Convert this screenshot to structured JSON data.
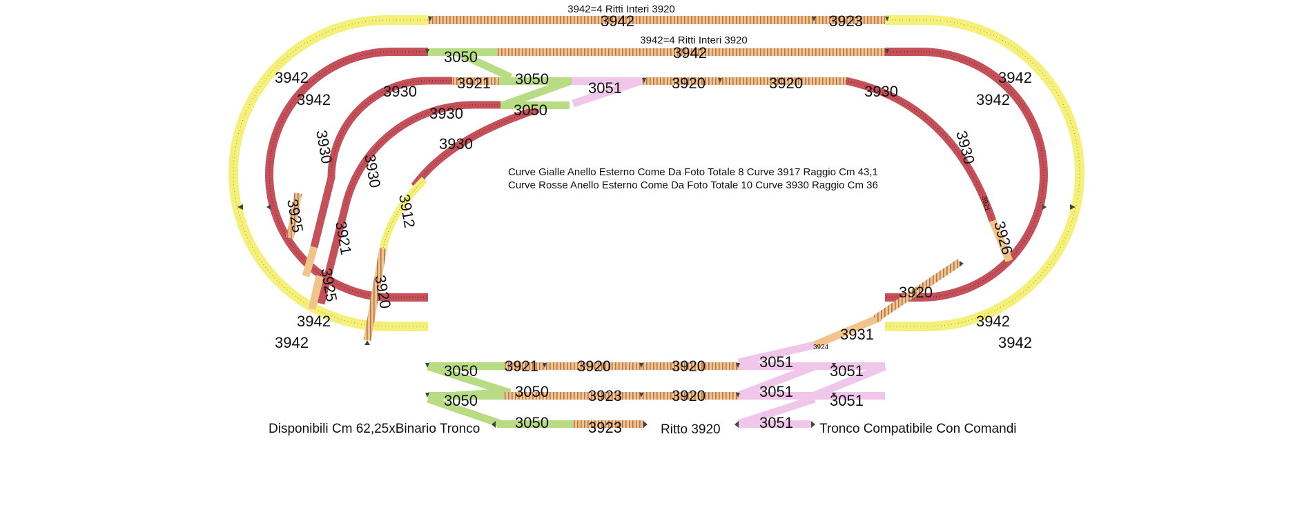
{
  "header_notes": {
    "outer_straight": "3942=4 Ritti Interi 3920",
    "inner_straight": "3942=4 Ritti Interi 3920"
  },
  "notes": {
    "curve_yellow": "Curve Gialle Anello Esterno Come Da Foto Totale 8 Curve 3917 Raggio Cm 43,1",
    "curve_red": "Curve Rosse Anello Esterno Come Da Foto Totale 10 Curve 3930 Raggio Cm 36"
  },
  "legend": {
    "available": "Disponibili Cm 62,25xBinario Tronco",
    "ritto": "Ritto 3920",
    "tronco": "Tronco Compatibile Con Comandi"
  },
  "labels": {
    "top_outer_3942": "3942",
    "top_outer_3923": "3923",
    "top_inner_3942": "3942",
    "sw_top_1": "3050",
    "sw_top_2": "3050",
    "sw_top_3": "3050",
    "top_3921": "3921",
    "top_3051": "3051",
    "top_3920_a": "3920",
    "top_3920_b": "3920",
    "curve_3930_a": "3930",
    "curve_3930_b": "3930",
    "curve_3930_c": "3930",
    "curve_3930_right": "3930",
    "left_3942_outer_top": "3942",
    "left_3942_inner_top": "3942",
    "left_3942_inner_bot": "3942",
    "left_3942_outer_bot": "3942",
    "right_3942_outer_top": "3942",
    "right_3942_inner_top": "3942",
    "right_3942_inner_bot": "3942",
    "right_3942_outer_bot": "3942",
    "left_3930_a": "3930",
    "left_3930_b": "3930",
    "left_3925": "3925",
    "left_3921": "3921",
    "left_3925_b": "3925",
    "left_3912": "3912",
    "left_3920": "3920",
    "right_3930": "3930",
    "right_3926": "3926",
    "right_small": "3921",
    "diag_3920": "3920",
    "diag_3931": "3931",
    "diag_small": "3924",
    "bot1_3050": "3050",
    "bot1_3921": "3921",
    "bot1_3920_a": "3920",
    "bot1_3920_b": "3920",
    "bot1_3051": "3051",
    "bot1_3051_b": "3051",
    "bot2_3050": "3050",
    "bot2_3050_b": "3050",
    "bot2_3923": "3923",
    "bot2_3920": "3920",
    "bot2_3051": "3051",
    "bot2_3051_b": "3051",
    "bot3_3050": "3050",
    "bot3_3923": "3923",
    "bot3_3051": "3051"
  },
  "colors": {
    "yellow": "#f5f07a",
    "red": "#c4505a",
    "orange": "#f2c48c",
    "green": "#b8dc84",
    "pink": "#f0c6ea",
    "tie": "#7a3a2a"
  }
}
